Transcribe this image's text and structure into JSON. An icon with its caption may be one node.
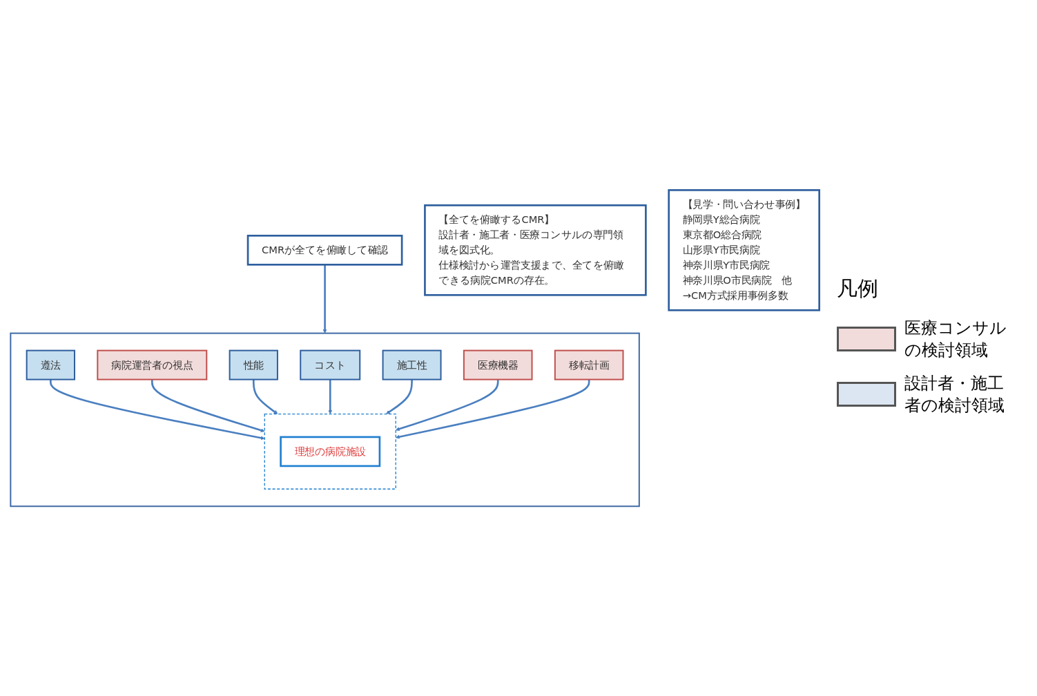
{
  "diagram": {
    "nodes": [
      {
        "text": [],
        "shape": "box"
      },
      {
        "text": [
          "遵法"
        ],
        "in": 0
      },
      {
        "text": [
          "病院運営者の視点"
        ],
        "in": 0
      },
      {
        "text": [
          "性能"
        ],
        "in": 0
      },
      {
        "text": [],
        "shape": "box",
        "in": 0
      },
      {
        "text": [
          "理想の病院施設"
        ],
        "in": 4
      },
      {
        "text": [
          "コスト"
        ],
        "in": 0
      },
      {
        "text": [
          "施工性"
        ],
        "in": 0
      },
      {
        "text": [
          "医療機器"
        ],
        "in": 0
      },
      {
        "text": [
          "移転計画"
        ],
        "in": 0
      },
      {
        "text": [
          "CMRが全てを俯瞰して確認"
        ]
      },
      {
        "text": [
          "【全てを俯瞰するCMR】",
          "設計者・施工者・医療コンサルの専門領域を図式化。",
          "仕様検討から運営支援まで、全てを俯瞰できる病院CMRの存在。"
        ]
      },
      {
        "text": [
          "【見学・問い合わせ事例】",
          "静岡県Y総合病院",
          "東京都O総合病院",
          "山形県Y市民病院",
          "神奈川県Y市民病院",
          "神奈川県O市民病院　他",
          "→CM方式採用事例多数"
        ]
      }
    ],
    "edges": [
      {
        "from": 1,
        "to": 4,
        "arrow": "to"
      },
      {
        "from": 2,
        "to": 4,
        "arrow": "to"
      },
      {
        "from": 3,
        "to": 4,
        "arrow": "to"
      },
      {
        "from": 6,
        "to": 4,
        "arrow": "to"
      },
      {
        "from": 7,
        "to": 4,
        "arrow": "to"
      },
      {
        "from": 8,
        "to": 4,
        "arrow": "to"
      },
      {
        "from": 9,
        "to": 4,
        "arrow": "to"
      },
      {
        "from": 10,
        "to": 0,
        "arrow": "to"
      }
    ],
    "labels": [
      "凡例"
    ],
    "legend": [
      {
        "text": "医療コンサルの検討領域",
        "color": "#f2dcdb"
      },
      {
        "text": "設計者・施工者の検討領域",
        "color": "#dce6f2"
      }
    ]
  }
}
